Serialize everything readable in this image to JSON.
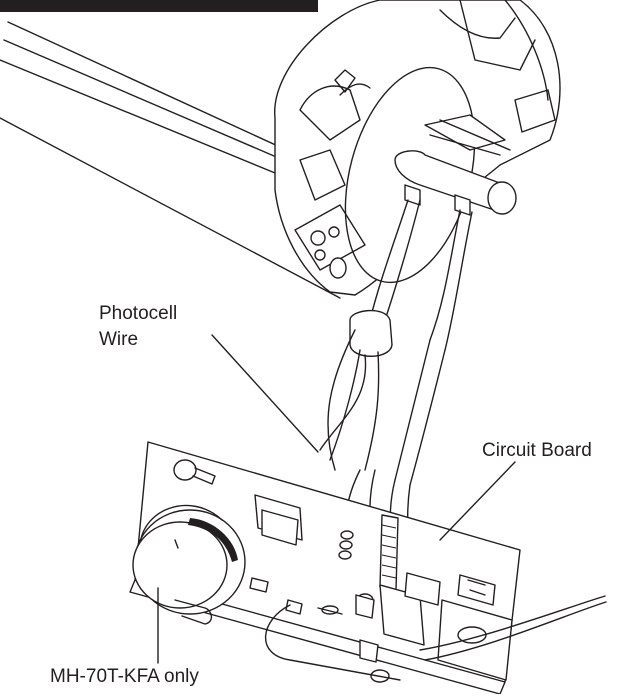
{
  "labels": {
    "photocell_line1": "Photocell",
    "photocell_line2": "Wire",
    "circuit_board": "Circuit Board",
    "model_note": "MH-70T-KFA only"
  },
  "colors": {
    "line": "#231f20",
    "background": "#ffffff"
  }
}
